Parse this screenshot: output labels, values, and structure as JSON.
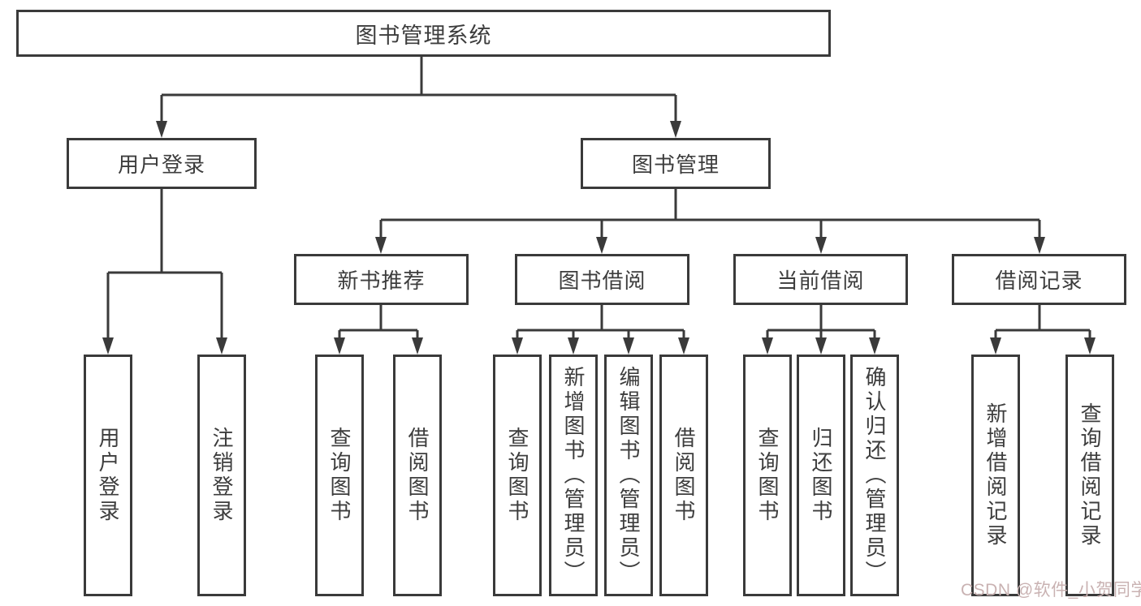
{
  "tree": {
    "root": "图书管理系统",
    "children": [
      {
        "label": "用户登录",
        "children": [
          {
            "label": "用户登录"
          },
          {
            "label": "注销登录"
          }
        ]
      },
      {
        "label": "图书管理",
        "children": [
          {
            "label": "新书推荐",
            "children": [
              {
                "label": "查询图书"
              },
              {
                "label": "借阅图书"
              }
            ]
          },
          {
            "label": "图书借阅",
            "children": [
              {
                "label": "查询图书"
              },
              {
                "label": "新增图书（管理员）"
              },
              {
                "label": "编辑图书（管理员）"
              },
              {
                "label": "借阅图书"
              }
            ]
          },
          {
            "label": "当前借阅",
            "children": [
              {
                "label": "查询图书"
              },
              {
                "label": "归还图书"
              },
              {
                "label": "确认归还（管理员）"
              }
            ]
          },
          {
            "label": "借阅记录",
            "children": [
              {
                "label": "新增借阅记录"
              },
              {
                "label": "查询借阅记录"
              }
            ]
          }
        ]
      }
    ]
  },
  "watermark": {
    "text": "CSDN @软件_小贺同学"
  },
  "colors": {
    "background": "#ffffff",
    "line": "#3a3a3a",
    "box_border": "#3a3a3a",
    "text": "#3d3d3d",
    "watermark": "#c9b2b2"
  }
}
